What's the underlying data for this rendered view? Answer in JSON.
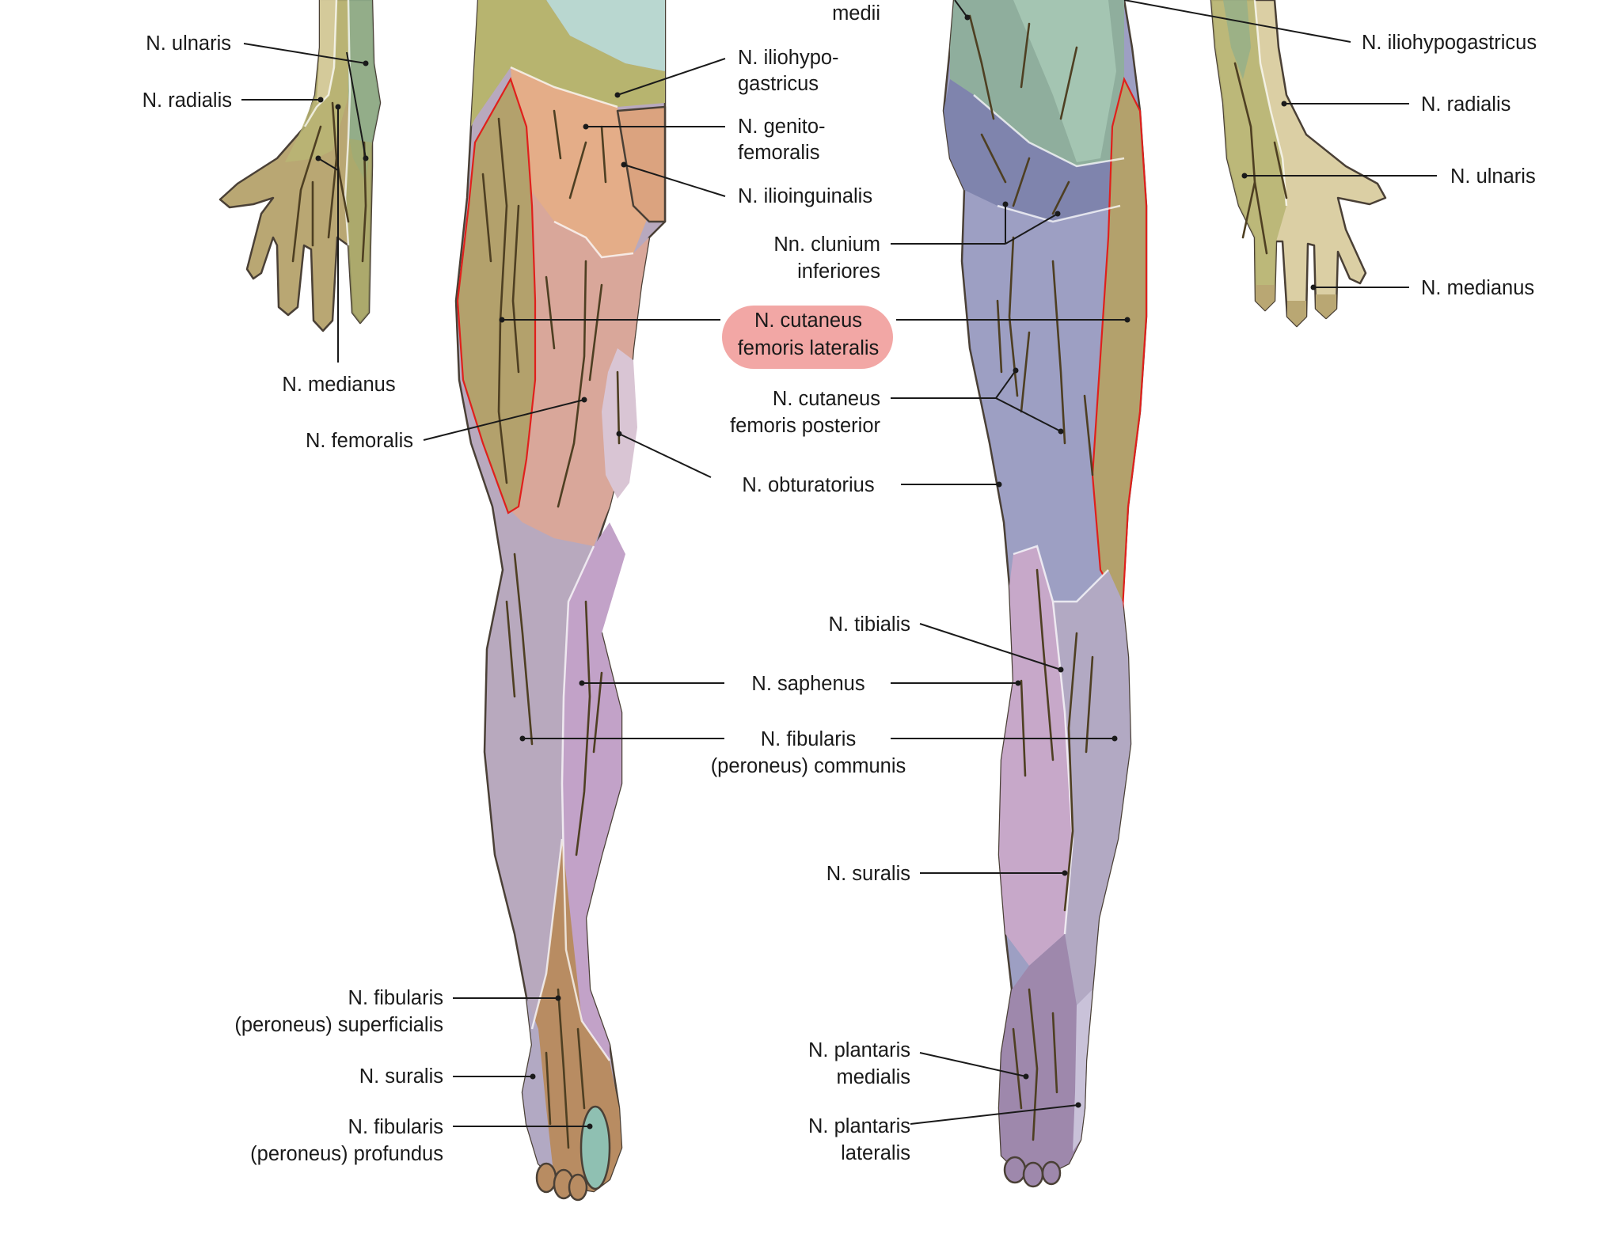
{
  "labels": {
    "ulnaris_l": "N. ulnaris",
    "radialis_l": "N. radialis",
    "medianus_l": "N. medianus",
    "femoralis": "N. femoralis",
    "iliohypo_1": "N. iliohypo-",
    "iliohypo_2": "gastricus",
    "genito_1": "N. genito-",
    "genito_2": "femoralis",
    "ilioinguinalis": "N. ilioinguinalis",
    "medii": "medii",
    "clunium_1": "Nn. clunium",
    "clunium_2": "inferiores",
    "cutlat_1": "N. cutaneus",
    "cutlat_2": "femoris lateralis",
    "cutpost_1": "N. cutaneus",
    "cutpost_2": "femoris posterior",
    "obturatorius": "N. obturatorius",
    "tibialis": "N. tibialis",
    "saphenus": "N. saphenus",
    "fibcom_1": "N. fibularis",
    "fibcom_2": "(peroneus) communis",
    "suralis_r": "N. suralis",
    "plantmed_1": "N. plantaris",
    "plantmed_2": "medialis",
    "plantlat_1": "N. plantaris",
    "plantlat_2": "lateralis",
    "fibsup_1": "N. fibularis",
    "fibsup_2": "(peroneus) superficialis",
    "suralis_l": "N. suralis",
    "fibprof_1": "N. fibularis",
    "fibprof_2": "(peroneus) profundus",
    "iliohypo_r": "N. iliohypogastricus",
    "radialis_r": "N. radialis",
    "ulnaris_r": "N. ulnaris",
    "medianus_r": "N. medianus"
  },
  "colors": {
    "highlight": "#f2a7a5",
    "highlight_outline": "#e0201c",
    "femoralis": "#d9a79a",
    "cutaneus_lateralis": "#b3a16c",
    "iliohypogastricus": "#b7b46f",
    "genitofemoralis": "#e4ad88",
    "obturatorius": "#d9c5d4",
    "saphenus": "#c2a2c8",
    "fibularis_communis": "#b8a9be",
    "fibularis_superficialis": "#b88c62",
    "fibularis_profundus": "#8fc0b2",
    "tibialis": "#c7a8c9",
    "suralis": "#b2a9c3",
    "plantaris": "#9e88ac",
    "cutaneus_posterior": "#9d9fc3",
    "clunium": "#7f84ad",
    "medii": "#8fae9d",
    "radialis": "#b8b574",
    "ulnaris": "#8fae8c",
    "medianus": "#b9a773",
    "hand_back": "#dbcfa4"
  }
}
